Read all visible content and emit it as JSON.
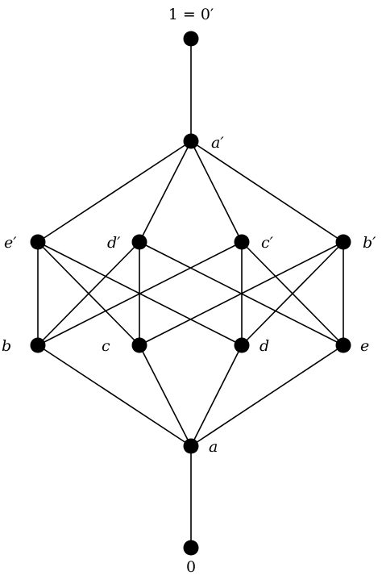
{
  "diagram": {
    "nodes": [
      {
        "id": "one",
        "label": "1 = 0′"
      },
      {
        "id": "a_prime",
        "label": "a′"
      },
      {
        "id": "e_prime",
        "label": "e′"
      },
      {
        "id": "d_prime",
        "label": "d′"
      },
      {
        "id": "c_prime",
        "label": "c′"
      },
      {
        "id": "b_prime",
        "label": "b′"
      },
      {
        "id": "b",
        "label": "b"
      },
      {
        "id": "c",
        "label": "c"
      },
      {
        "id": "d",
        "label": "d"
      },
      {
        "id": "e",
        "label": "e"
      },
      {
        "id": "a",
        "label": "a"
      },
      {
        "id": "zero",
        "label": "0"
      }
    ],
    "edges": [
      [
        "one",
        "a_prime"
      ],
      [
        "a_prime",
        "e_prime"
      ],
      [
        "a_prime",
        "d_prime"
      ],
      [
        "a_prime",
        "c_prime"
      ],
      [
        "a_prime",
        "b_prime"
      ],
      [
        "e_prime",
        "b"
      ],
      [
        "e_prime",
        "c"
      ],
      [
        "e_prime",
        "d"
      ],
      [
        "d_prime",
        "c"
      ],
      [
        "d_prime",
        "b"
      ],
      [
        "d_prime",
        "e"
      ],
      [
        "c_prime",
        "d"
      ],
      [
        "c_prime",
        "b"
      ],
      [
        "c_prime",
        "e"
      ],
      [
        "b_prime",
        "e"
      ],
      [
        "b_prime",
        "c"
      ],
      [
        "b_prime",
        "d"
      ],
      [
        "b",
        "a"
      ],
      [
        "c",
        "a"
      ],
      [
        "d",
        "a"
      ],
      [
        "e",
        "a"
      ],
      [
        "a",
        "zero"
      ]
    ],
    "colors": {
      "line": "#000000",
      "node": "#000000",
      "background": "#ffffff"
    }
  }
}
